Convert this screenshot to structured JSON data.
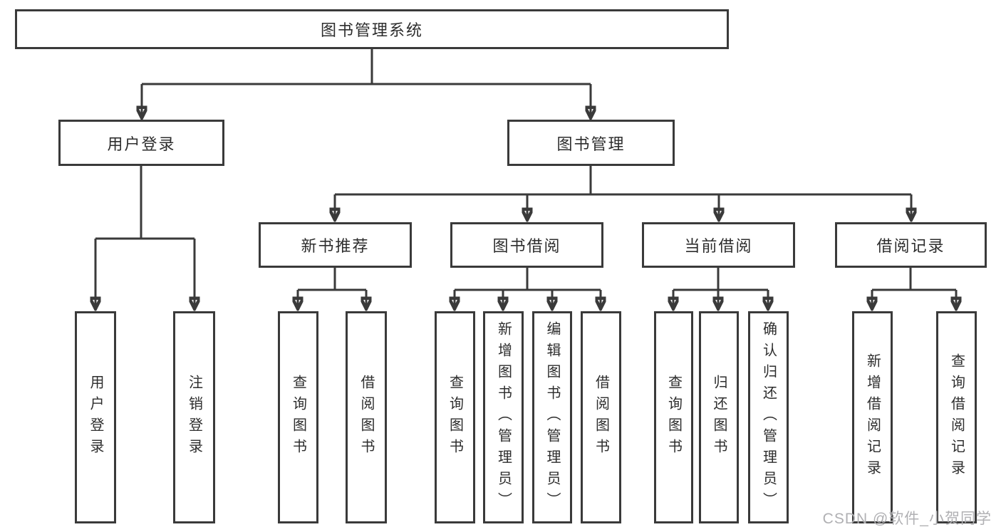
{
  "diagram": {
    "title": "图书管理系统",
    "root": {
      "label": "图书管理系统"
    },
    "level2": [
      {
        "id": "user-login",
        "label": "用户登录"
      },
      {
        "id": "book-management",
        "label": "图书管理"
      }
    ],
    "level3": [
      {
        "id": "new-book-recommend",
        "label": "新书推荐"
      },
      {
        "id": "book-borrow",
        "label": "图书借阅"
      },
      {
        "id": "current-borrow",
        "label": "当前借阅"
      },
      {
        "id": "borrow-records",
        "label": "借阅记录"
      }
    ],
    "leaves": [
      {
        "parent": "user-login",
        "label": "用户登录"
      },
      {
        "parent": "user-login",
        "label": "注销登录"
      },
      {
        "parent": "new-book-recommend",
        "label": "查询图书"
      },
      {
        "parent": "new-book-recommend",
        "label": "借阅图书"
      },
      {
        "parent": "book-borrow",
        "label": "查询图书"
      },
      {
        "parent": "book-borrow",
        "label": "新增图书（管理员）"
      },
      {
        "parent": "book-borrow",
        "label": "编辑图书（管理员）"
      },
      {
        "parent": "book-borrow",
        "label": "借阅图书"
      },
      {
        "parent": "current-borrow",
        "label": "查询图书"
      },
      {
        "parent": "current-borrow",
        "label": "归还图书"
      },
      {
        "parent": "current-borrow",
        "label": "确认归还（管理员）"
      },
      {
        "parent": "borrow-records",
        "label": "新增借阅记录"
      },
      {
        "parent": "borrow-records",
        "label": "查询借阅记录"
      }
    ]
  },
  "watermark": {
    "text": "CSDN @软件_小贺同学"
  },
  "colors": {
    "line": "#3a3a3a",
    "text": "#2d2d2d",
    "watermark": "#b0b0b3",
    "background": "#ffffff"
  }
}
